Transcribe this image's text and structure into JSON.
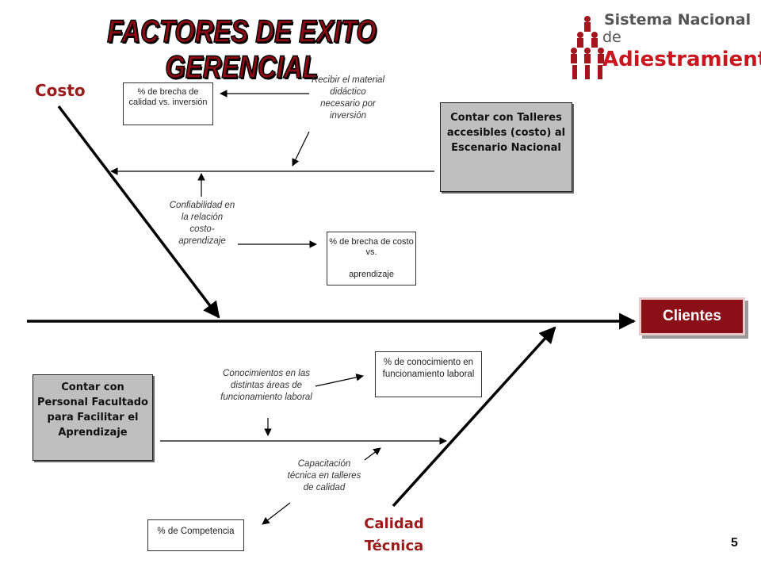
{
  "title": "FACTORES DE EXITO GERENCIAL",
  "logo": {
    "line1": "Sistema Nacional",
    "line2_prefix": "de ",
    "line2_main": "Adiestramiento"
  },
  "axes": {
    "costo": "Costo",
    "calidad_line1": "Calidad",
    "calidad_line2": "Técnica"
  },
  "effect": "Clientes",
  "boxes": {
    "brecha_calidad": "% de brecha de calidad vs. inversión",
    "talleres": "Contar con Talleres accesibles (costo) al Escenario Nacional",
    "brecha_costo_line1": "% de brecha de costo vs.",
    "brecha_costo_line2": "aprendizaje",
    "conocimiento": "% de conocimiento en funcionamiento laboral",
    "personal": "Contar con Personal Facultado para Facilitar el Aprendizaje",
    "competencia": "% de Competencia"
  },
  "notes": {
    "recibir": "Recibir el material didáctico necesario por inversión",
    "confiabilidad": "Confiabilidad en la relación costo-aprendizaje",
    "conocimientos": "Conocimientos en las distintas áreas de funcionamiento laboral",
    "capacitacion": "Capacitación técnica en talleres de calidad"
  },
  "page_number": "5",
  "colors": {
    "title": "#8b0a14",
    "axis_label": "#9b1b1b",
    "effect_box": "#8b0f17",
    "cause_box": "#bfbfbf"
  }
}
